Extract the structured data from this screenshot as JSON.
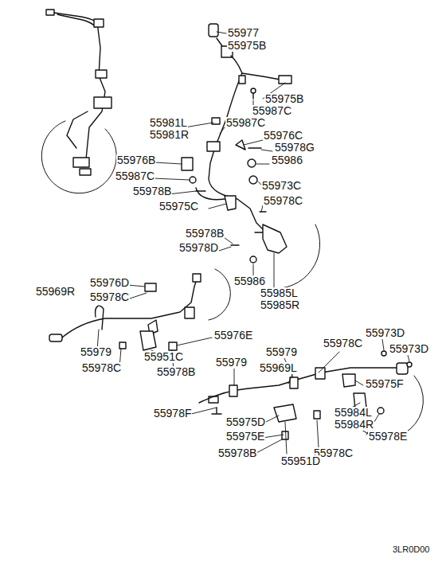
{
  "diagram": {
    "labels": [
      "55977",
      "55975B",
      "55975B",
      "55987C",
      "55981L",
      "55981R",
      "55987C",
      "55976C",
      "55978G",
      "55976B",
      "55986",
      "55987C",
      "55973C",
      "55978B",
      "55975C",
      "55978C",
      "55978B",
      "55978D",
      "55986",
      "55985L",
      "55985R",
      "55976D",
      "55969R",
      "55978C",
      "55976E",
      "55979",
      "55973D",
      "55973D",
      "55978C",
      "55951C",
      "55978C",
      "55979",
      "55979",
      "55969L",
      "55975F",
      "55978B",
      "55978F",
      "55975D",
      "55984L",
      "55984R",
      "55975E",
      "55978E",
      "55978B",
      "55978C",
      "55951D",
      "3LR0D00"
    ]
  }
}
